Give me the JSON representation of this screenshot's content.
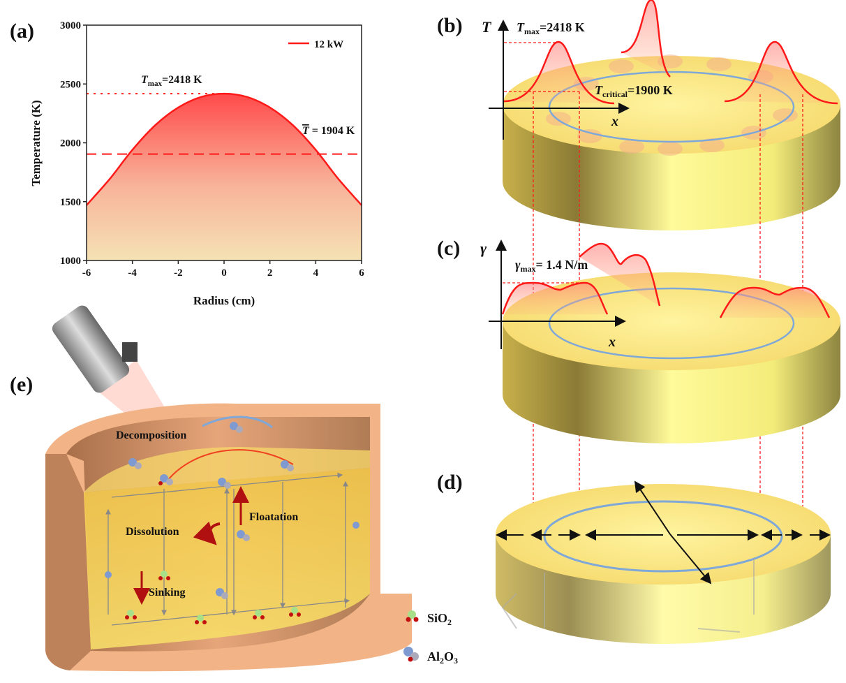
{
  "panels": {
    "a": "(a)",
    "b": "(b)",
    "c": "(c)",
    "d": "(d)",
    "e": "(e)"
  },
  "chart_data": {
    "type": "area",
    "title": "",
    "xlabel": "Radius (cm)",
    "ylabel": "Temperature (K)",
    "xlim": [
      -6,
      6
    ],
    "ylim": [
      1000,
      3000
    ],
    "xticks": [
      "-6",
      "-4",
      "-2",
      "0",
      "2",
      "4",
      "6"
    ],
    "yticks": [
      "1000",
      "1500",
      "2000",
      "2500",
      "3000"
    ],
    "legend": {
      "position": "top-right",
      "entries": [
        "12 kW"
      ]
    },
    "series": [
      {
        "name": "12 kW",
        "color": "#ff1a1a",
        "x": [
          -6,
          -5,
          -4,
          -3,
          -2,
          -1,
          0,
          1,
          2,
          3,
          4,
          5,
          6
        ],
        "y": [
          1470,
          1690,
          1940,
          2150,
          2300,
          2390,
          2418,
          2390,
          2300,
          2150,
          1940,
          1690,
          1470
        ]
      }
    ],
    "reference_lines": [
      {
        "label_main": "T",
        "label_sub": "max",
        "label_rest": "=2418 K",
        "value": 2418,
        "style": "dotted"
      },
      {
        "label_main": "T",
        "label_rest": " = 1904 K",
        "value": 1904,
        "style": "dashed"
      }
    ]
  },
  "panel_b": {
    "y_axis": "T",
    "x_axis": "x",
    "tmax_main": "T",
    "tmax_sub": "max",
    "tmax_rest": "=2418 K",
    "tcrit_main": "T",
    "tcrit_sub": "critical",
    "tcrit_rest": "=1900 K"
  },
  "panel_c": {
    "y_axis": "γ",
    "x_axis": "x",
    "gmax_main": "γ",
    "gmax_sub": "max",
    "gmax_rest": "= 1.4 N/m"
  },
  "panel_e": {
    "decomposition": "Decomposition",
    "dissolution": "Dissolution",
    "floatation": "Floatation",
    "sinking": "Sinking"
  },
  "legend": {
    "sio2_main": "SiO",
    "sio2_sub": "2",
    "al2o3_a": "Al",
    "al2o3_sub1": "2",
    "al2o3_b": "O",
    "al2o3_sub2": "3"
  },
  "colors": {
    "red": "#ff1a1a",
    "disk": "#f8ec7a",
    "crucible": "#f2b487",
    "blue": "#7fa8d8"
  }
}
